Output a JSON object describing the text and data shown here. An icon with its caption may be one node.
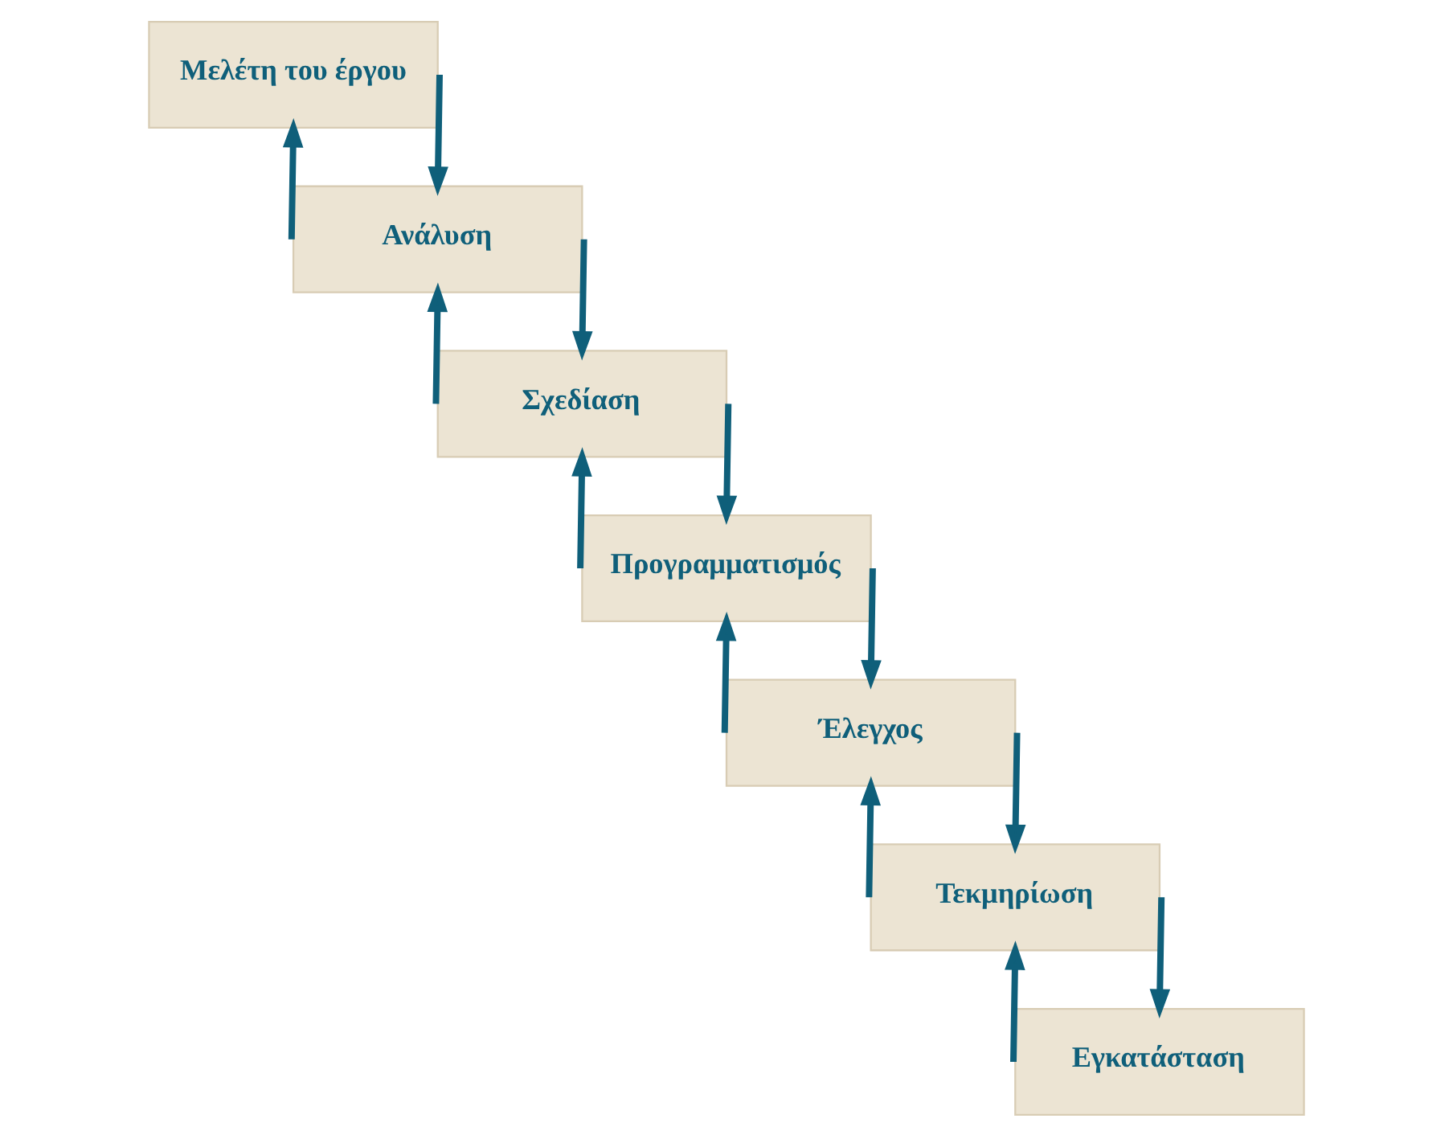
{
  "diagram": {
    "nodes": [
      {
        "text": [
          "Μελέτη του έργου"
        ]
      },
      {
        "text": [
          "Ανάλυση"
        ]
      },
      {
        "text": [
          "Σχεδίαση"
        ]
      },
      {
        "text": [
          "Προγραμματισμός"
        ]
      },
      {
        "text": [
          "Έλεγχος"
        ]
      },
      {
        "text": [
          "Τεκμηρίωση"
        ]
      },
      {
        "text": [
          "Εγκατάσταση"
        ]
      }
    ],
    "edges": [
      {
        "from": 0,
        "to": 1,
        "arrow": "to"
      },
      {
        "from": 1,
        "to": 0,
        "arrow": "to"
      },
      {
        "from": 1,
        "to": 2,
        "arrow": "to"
      },
      {
        "from": 2,
        "to": 1,
        "arrow": "to"
      },
      {
        "from": 2,
        "to": 3,
        "arrow": "to"
      },
      {
        "from": 3,
        "to": 2,
        "arrow": "to"
      },
      {
        "from": 3,
        "to": 4,
        "arrow": "to"
      },
      {
        "from": 4,
        "to": 3,
        "arrow": "to"
      },
      {
        "from": 4,
        "to": 5,
        "arrow": "to"
      },
      {
        "from": 5,
        "to": 4,
        "arrow": "to"
      },
      {
        "from": 5,
        "to": 6,
        "arrow": "to"
      },
      {
        "from": 6,
        "to": 5,
        "arrow": "to"
      }
    ]
  }
}
